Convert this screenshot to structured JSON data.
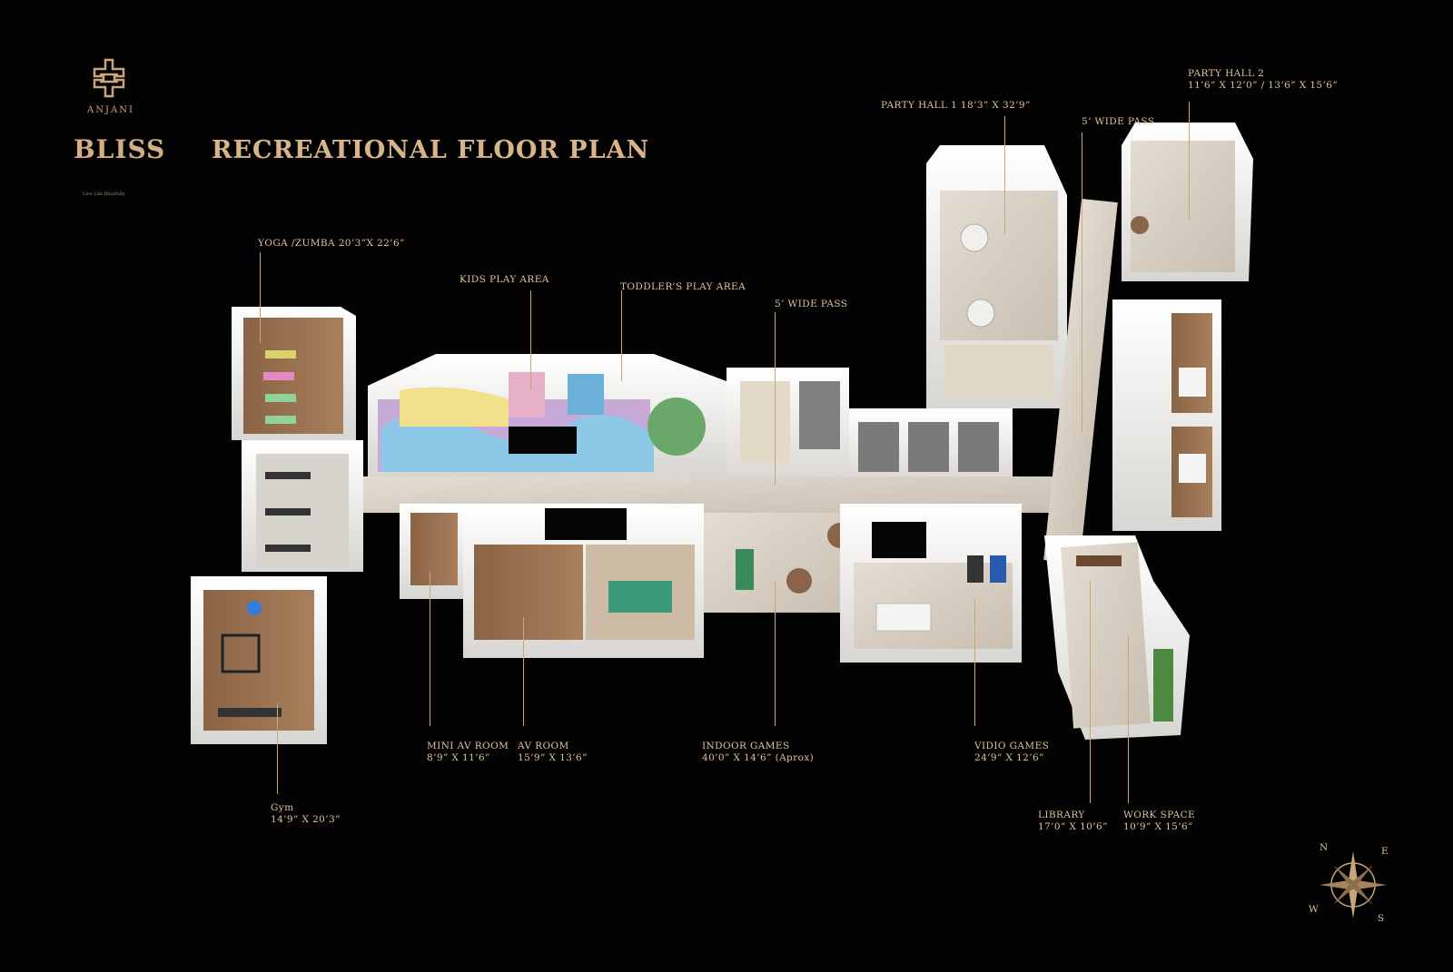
{
  "brand": {
    "name": "ANJANI",
    "project": "BLISS",
    "tagline": "Live Life Blissfully"
  },
  "title": "RECREATIONAL FLOOR PLAN",
  "labels": {
    "yoga": {
      "name": "YOGA /ZUMBA 20’3”X 22’6”",
      "size": ""
    },
    "kids": {
      "name": "KIDS PLAY AREA",
      "size": ""
    },
    "toddler": {
      "name": "TODDLER’S PLAY AREA",
      "size": ""
    },
    "pass_center": {
      "name": "5’ WIDE PASS",
      "size": ""
    },
    "party1": {
      "name": "PARTY HALL 1 18’3” X 32’9”",
      "size": ""
    },
    "pass_right": {
      "name": "5’ WIDE PASS",
      "size": ""
    },
    "party2": {
      "name": "PARTY HALL 2",
      "size": "11’6” X 12’0” / 13’6” X 15’6”"
    },
    "mini_av": {
      "name": "MINI AV ROOM",
      "size": "8’9” X 11’6”"
    },
    "av": {
      "name": "AV ROOM",
      "size": "15’9” X 13’6”"
    },
    "indoor": {
      "name": "INDOOR GAMES",
      "size": "40’0” X 14’6” (Aprox)"
    },
    "video": {
      "name": "VIDIO GAMES",
      "size": "24’9” X 12’6”"
    },
    "gym": {
      "name": "Gym",
      "size": "14’9” X 20’3”"
    },
    "library": {
      "name": "LIBRARY",
      "size": "17’0” X 10’6”"
    },
    "work": {
      "name": "WORK SPACE",
      "size": "10’9” X 15’6”"
    }
  },
  "compass": {
    "n": "N",
    "e": "E",
    "s": "S",
    "w": "W"
  },
  "colors": {
    "background": "#020202",
    "gold": "#d8b48a",
    "wall": "#f1f0ee",
    "wood": "#9a7353",
    "marble": "#d9d2c6",
    "glass": "#8fb8b4"
  }
}
